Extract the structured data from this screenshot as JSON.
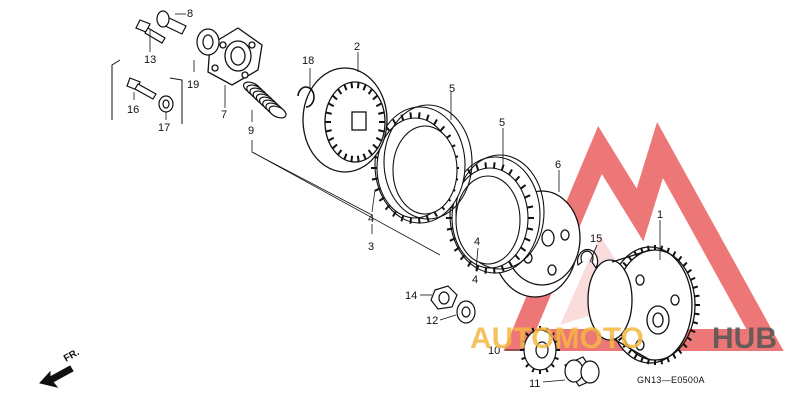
{
  "parts": [
    {
      "num": "1"
    },
    {
      "num": "2"
    },
    {
      "num": "3"
    },
    {
      "num": "4"
    },
    {
      "num": "4"
    },
    {
      "num": "4"
    },
    {
      "num": "5"
    },
    {
      "num": "5"
    },
    {
      "num": "6"
    },
    {
      "num": "7"
    },
    {
      "num": "8"
    },
    {
      "num": "9"
    },
    {
      "num": "10"
    },
    {
      "num": "11"
    },
    {
      "num": "12"
    },
    {
      "num": "13"
    },
    {
      "num": "14"
    },
    {
      "num": "15"
    },
    {
      "num": "16"
    },
    {
      "num": "17"
    },
    {
      "num": "18"
    },
    {
      "num": "19"
    }
  ],
  "diagram_code": "GN13—E0500A",
  "direction_label": "FR.",
  "watermark": {
    "text_a": "AUTOMOTO",
    "text_b": "HUB",
    "color_a": "#f4b942",
    "color_b": "#555555",
    "logo_color": "#e84a4a"
  },
  "colors": {
    "line": "#111111",
    "background": "#ffffff"
  }
}
